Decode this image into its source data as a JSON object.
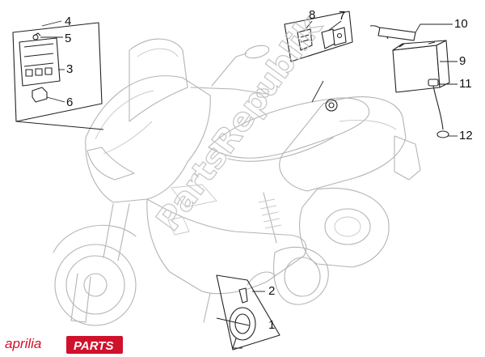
{
  "diagram": {
    "callouts": [
      "1",
      "2",
      "3",
      "4",
      "5",
      "6",
      "7",
      "8",
      "9",
      "10",
      "11",
      "12"
    ]
  },
  "watermark": {
    "text": "PartsRepublik"
  },
  "logo": {
    "brand": "aprilia",
    "section": "PARTS",
    "accent_color": "#d0112b"
  }
}
